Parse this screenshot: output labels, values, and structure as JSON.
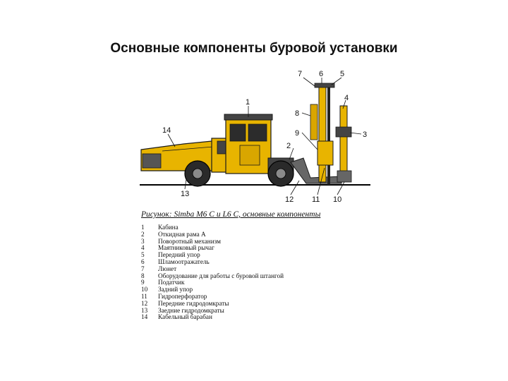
{
  "page": {
    "title": "Основные компоненты буровой установки"
  },
  "diagram": {
    "callouts": [
      "1",
      "2",
      "3",
      "4",
      "5",
      "6",
      "7",
      "8",
      "9",
      "10",
      "11",
      "12",
      "13",
      "14"
    ],
    "colors": {
      "body": "#E8B400",
      "outline": "#1a1a1a",
      "dark": "#3a3a3a",
      "ground": "#000000"
    }
  },
  "caption": "Рисунок: Simba M6 C и L6 C, основные компоненты",
  "legend": [
    {
      "num": "1",
      "label": "Кабина"
    },
    {
      "num": "2",
      "label": "Откидная рама А"
    },
    {
      "num": "3",
      "label": "Поворотный механизм"
    },
    {
      "num": "4",
      "label": "Маятниковый рычаг"
    },
    {
      "num": "5",
      "label": "Передний упор"
    },
    {
      "num": "6",
      "label": "Шламоотражатель"
    },
    {
      "num": "7",
      "label": "Люнет"
    },
    {
      "num": "8",
      "label": "Оборудование для работы с буровой штангой"
    },
    {
      "num": "9",
      "label": "Податчик"
    },
    {
      "num": "10",
      "label": "Задний упор"
    },
    {
      "num": "11",
      "label": "Гидроперфоратор"
    },
    {
      "num": "12",
      "label": "Передние гидродомкраты"
    },
    {
      "num": "13",
      "label": "Заедние гидродомкраты"
    },
    {
      "num": "14",
      "label": "Кабельный барабан"
    }
  ]
}
